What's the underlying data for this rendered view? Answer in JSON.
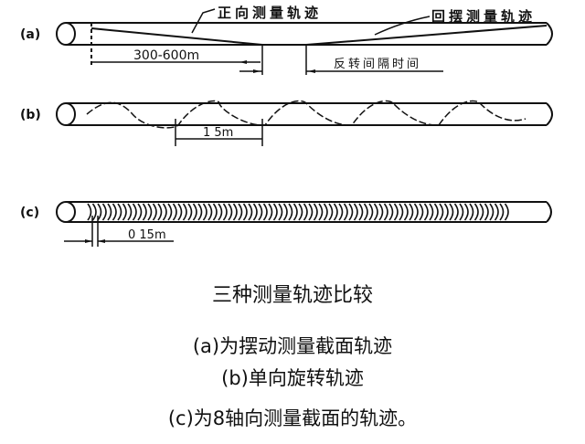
{
  "panel_a": {
    "label": "(a)",
    "forward_label": "正向测量轨迹",
    "return_label": "回摆测量轨迹",
    "distance_label": "300-600m",
    "interval_label": "反转间隔时间"
  },
  "panel_b": {
    "label": "(b)",
    "pitch_label": "1 5m"
  },
  "panel_c": {
    "label": "(c)",
    "pitch_label": "0 15m"
  },
  "captions": {
    "title": "三种测量轨迹比较",
    "line_a": "(a)为摆动测量截面轨迹",
    "line_b": "(b)单向旋转轨迹",
    "line_c": "(c)为8轴向测量截面的轨迹。"
  }
}
